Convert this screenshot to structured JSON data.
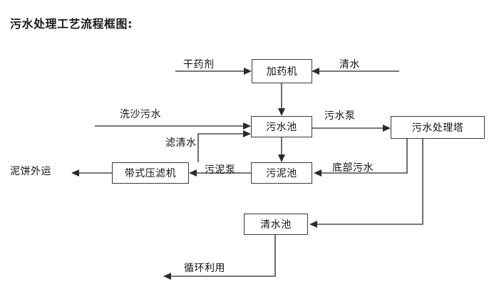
{
  "title": "污水处理工艺流程框图:",
  "diagram": {
    "nodes": [
      {
        "id": "dosing_machine",
        "label": "加药机"
      },
      {
        "id": "wastewater_pool",
        "label": "污水池"
      },
      {
        "id": "treatment_tower",
        "label": "污水处理塔"
      },
      {
        "id": "belt_filter_press",
        "label": "带式压滤机"
      },
      {
        "id": "sludge_pool",
        "label": "污泥池"
      },
      {
        "id": "clean_water_pool",
        "label": "清水池"
      }
    ],
    "terminals": [
      {
        "id": "dry_chemical",
        "label": "干药剂"
      },
      {
        "id": "clean_water_in",
        "label": "清水"
      },
      {
        "id": "sand_wash_wastewater",
        "label": "洗沙污水"
      },
      {
        "id": "mud_cake_out",
        "label": "泥饼外运"
      }
    ],
    "edge_labels": [
      {
        "id": "wastewater_pump",
        "label": "污水泵"
      },
      {
        "id": "filtered_clear_water",
        "label": "滤清水"
      },
      {
        "id": "sludge_pump",
        "label": "污泥泵"
      },
      {
        "id": "bottom_wastewater",
        "label": "底部污水"
      },
      {
        "id": "recycle_reuse",
        "label": "循环利用"
      }
    ],
    "colors": {
      "box_border": "#3a3a3a",
      "line": "#4a4a4a",
      "text": "#111111",
      "background": "#ffffff"
    }
  }
}
